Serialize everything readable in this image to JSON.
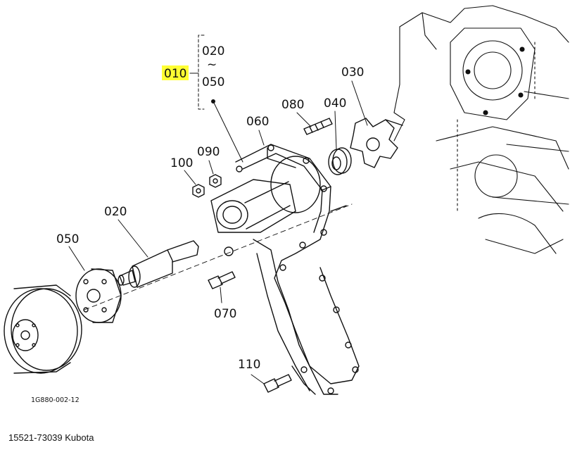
{
  "diagram": {
    "group_label": "010",
    "group_range_start": "020",
    "group_range_sep": "~",
    "group_range_end": "050",
    "highlight_color": "#ffff33",
    "callouts": {
      "p030": "030",
      "p040": "040",
      "p050": "050",
      "p060": "060",
      "p070": "070",
      "p080": "080",
      "p090": "090",
      "p100": "100",
      "p110": "110",
      "p020": "020"
    },
    "drawing_code": "1G880-002-12"
  },
  "caption": "15521-73039 Kubota"
}
